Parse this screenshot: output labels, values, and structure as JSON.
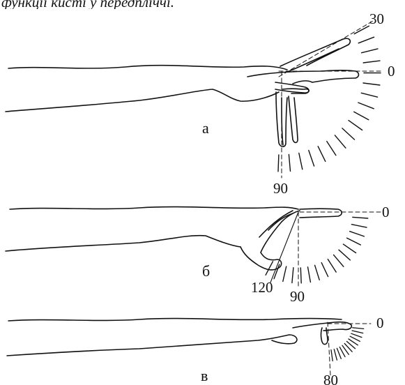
{
  "caption": "функції кисті у передпліччі.",
  "panels": [
    {
      "id": "а",
      "label": "а",
      "angle_labels": [
        "30",
        "0",
        "90"
      ],
      "movement": "extension / flexion of the hand at the wrist",
      "scale_marks": 18
    },
    {
      "id": "б",
      "label": "б",
      "angle_labels": [
        "0",
        "90",
        "120"
      ],
      "movement": "flexion of the fingers at the metacarpophalangeal joint",
      "scale_marks": 16
    },
    {
      "id": "в",
      "label": "в",
      "angle_labels": [
        "0",
        "80"
      ],
      "movement": "flexion of the distal finger joints",
      "scale_marks": 12
    }
  ],
  "colors": {
    "ink": "#111111",
    "background": "#ffffff"
  }
}
